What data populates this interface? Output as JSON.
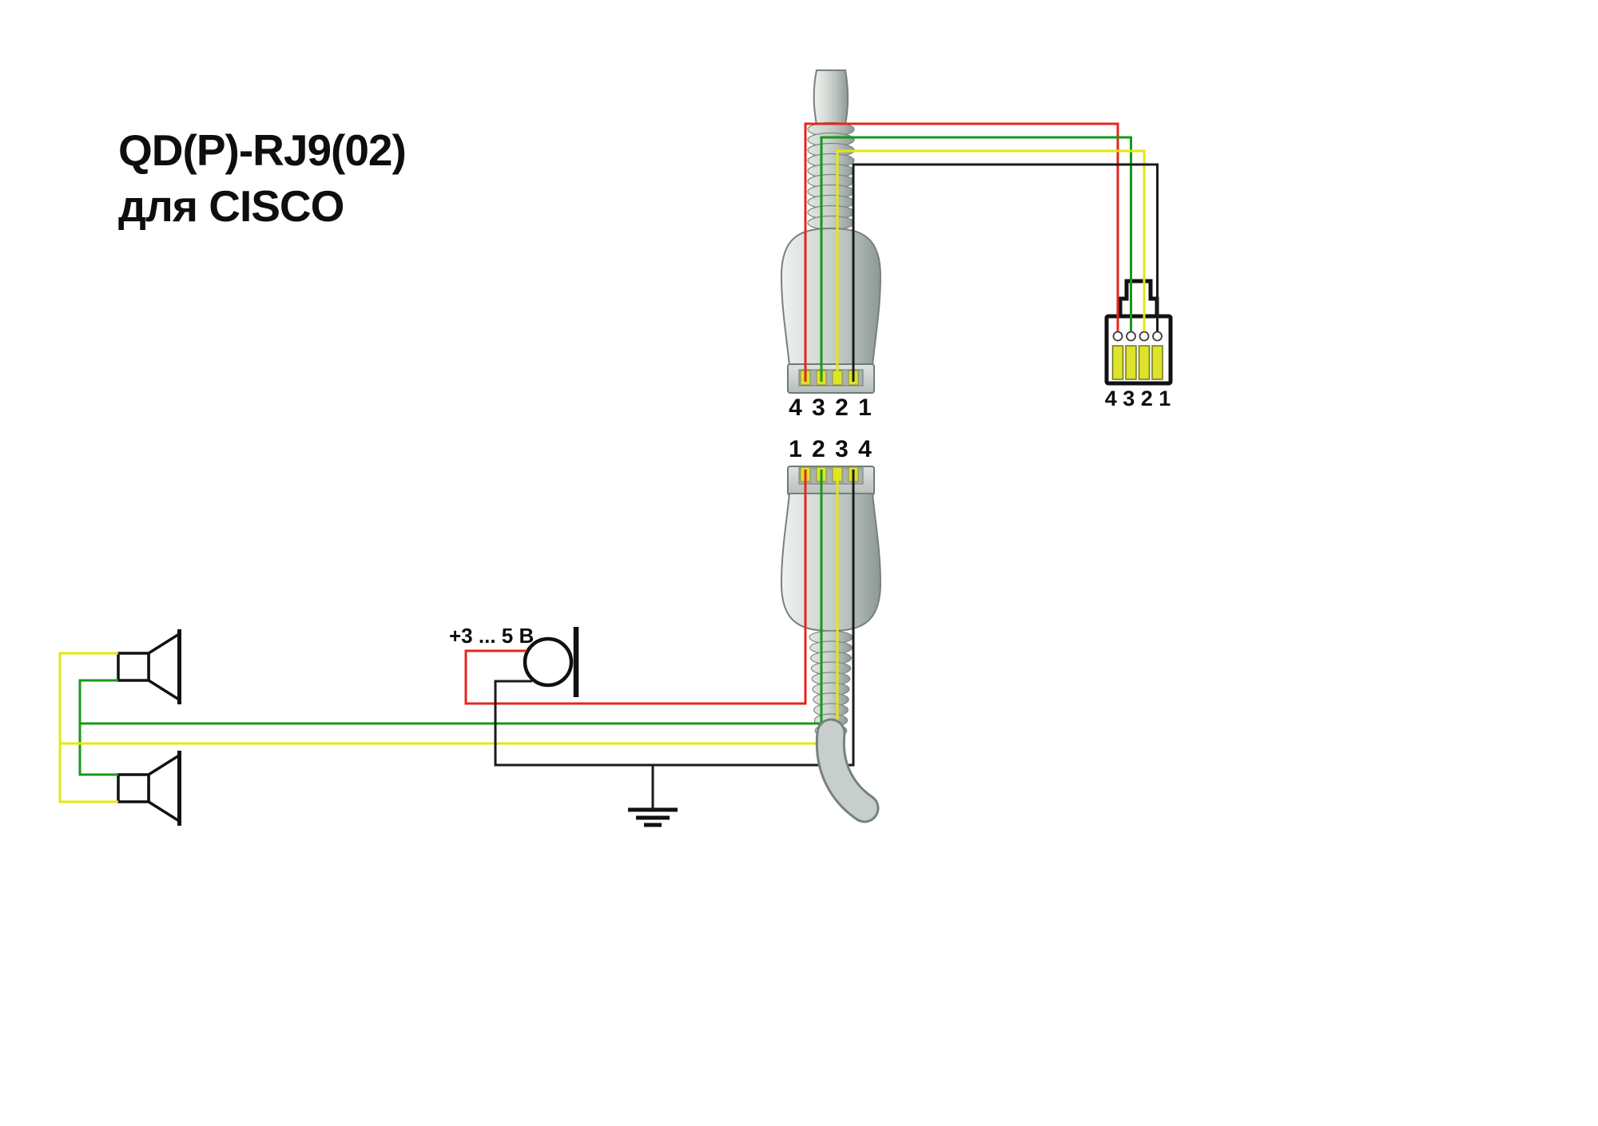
{
  "diagram": {
    "title": {
      "line1": "QD(P)-RJ9(02)",
      "line2": "для CISCO"
    },
    "labels": {
      "top_qd_pins": "4 3 2 1",
      "mid_qd_pins": "1 2 3 4",
      "rj9_pins": "4 3 2 1",
      "mic_voltage": "+3 ... 5 В"
    },
    "colors": {
      "wire_red": "#e6251d",
      "wire_green": "#189818",
      "wire_yellow": "#e3e80e",
      "wire_black": "#1b1b1b",
      "contact_yellow": "#dce32a",
      "outline": "#111111"
    },
    "connections": [
      {
        "wire": "red",
        "rj9_pin": "4",
        "qd_pin": "4",
        "qd_mate_pin": "1",
        "connects_to": "microphone +3...5 V"
      },
      {
        "wire": "green",
        "rj9_pin": "3",
        "qd_pin": "3",
        "qd_mate_pin": "2",
        "connects_to": "speakers"
      },
      {
        "wire": "yellow",
        "rj9_pin": "2",
        "qd_pin": "2",
        "qd_mate_pin": "3",
        "connects_to": "speakers"
      },
      {
        "wire": "black",
        "rj9_pin": "1",
        "qd_pin": "1",
        "qd_mate_pin": "4",
        "connects_to": "microphone / ground"
      }
    ]
  }
}
